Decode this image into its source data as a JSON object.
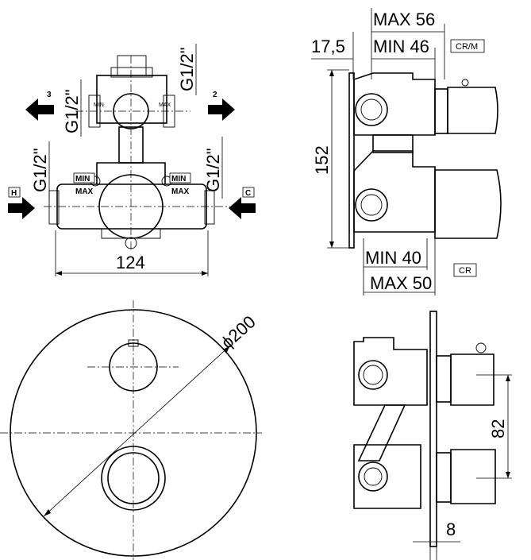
{
  "top_left": {
    "thread_top": "G1/2\"",
    "thread_left_upper": "G1/2\"",
    "thread_left_lower": "G1/2\"",
    "thread_right_lower": "G1/2\"",
    "port_3": "3",
    "port_2": "2",
    "port_h": "H",
    "port_c": "C",
    "min_left": "MIN",
    "max_left": "MAX",
    "min_right": "MIN",
    "max_right": "MAX",
    "min_small_left": "MIN",
    "max_small_right": "MAX",
    "width_dim": "124"
  },
  "top_right": {
    "max_depth": "MAX 56",
    "min_depth": "MIN 46",
    "offset": "17,5",
    "height": "152",
    "min_lower": "MIN 40",
    "max_lower": "MAX 50",
    "tag_crm": "CR/M",
    "tag_cr": "CR"
  },
  "bottom_left": {
    "diameter": "ϕ200"
  },
  "bottom_right": {
    "spacing": "82",
    "plate": "8"
  }
}
